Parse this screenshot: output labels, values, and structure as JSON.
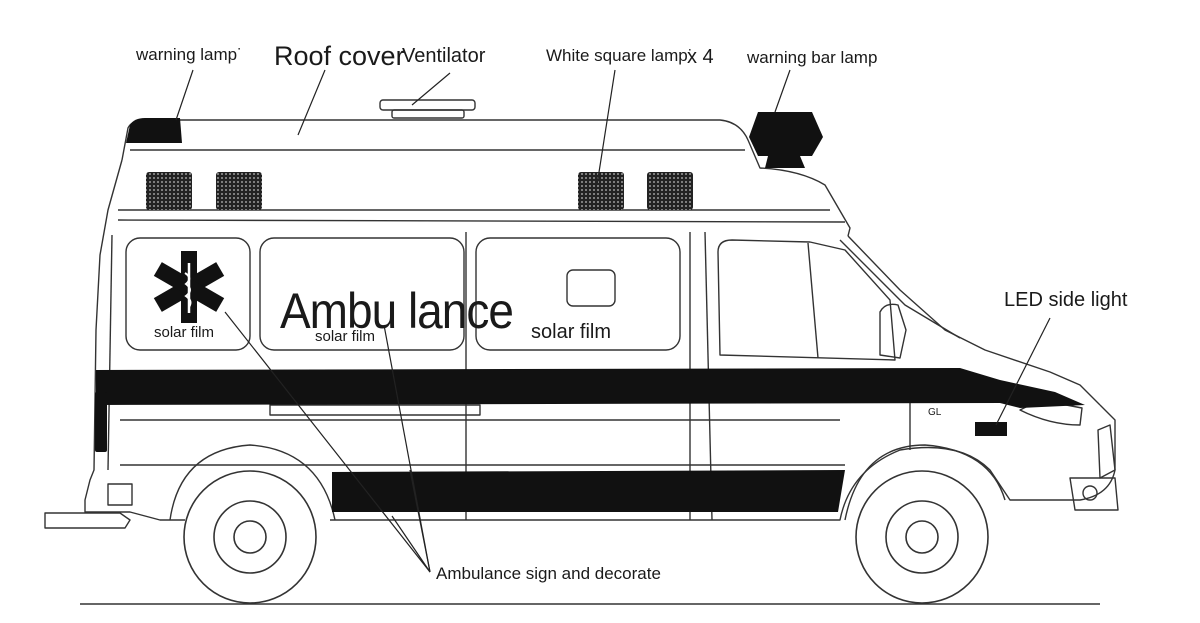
{
  "callouts": {
    "warning_lamp": "warning lamp˙",
    "roof_cover": "Roof cover",
    "ventilator": "Ventilator",
    "white_square_lamp": "White square lamp˙",
    "white_square_lamp_qty": "x 4",
    "warning_bar_lamp": "warning bar lamp",
    "led_side_light": "LED side light",
    "ambulance_sign": "Ambulance sign and decorate"
  },
  "vehicle_text": {
    "ambulance_word": "Ambu lance",
    "solar_film_window1": "solar film",
    "solar_film_window2": "solar film",
    "solar_film_window3": "solar film",
    "badge": "GL"
  }
}
